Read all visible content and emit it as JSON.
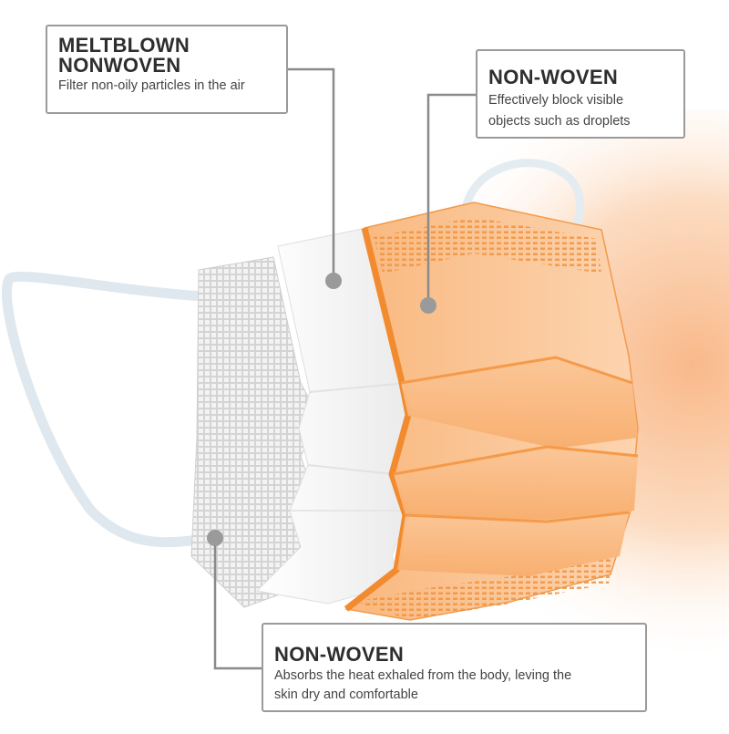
{
  "callouts": {
    "meltblown": {
      "title_line1": "MELTBLOWN",
      "title_line2": "NONWOVEN",
      "description": "Filter non-oily particles in the air"
    },
    "outer_layer": {
      "title": "NON-WOVEN",
      "description_line1": "Effectively block visible",
      "description_line2": "objects such as droplets"
    },
    "inner_layer": {
      "title": "NON-WOVEN",
      "description_line1": "Absorbs the heat exhaled from the body, leving the",
      "description_line2": "skin dry and comfortable"
    }
  },
  "colors": {
    "outer_layer": "#f7a45c",
    "middle_layer": "#ffffff",
    "inner_layer": "#e6e6e6",
    "leader_line": "#8a8a8a",
    "callout_border": "#9a9a9a",
    "ear_loop": "#dfe8ee"
  }
}
